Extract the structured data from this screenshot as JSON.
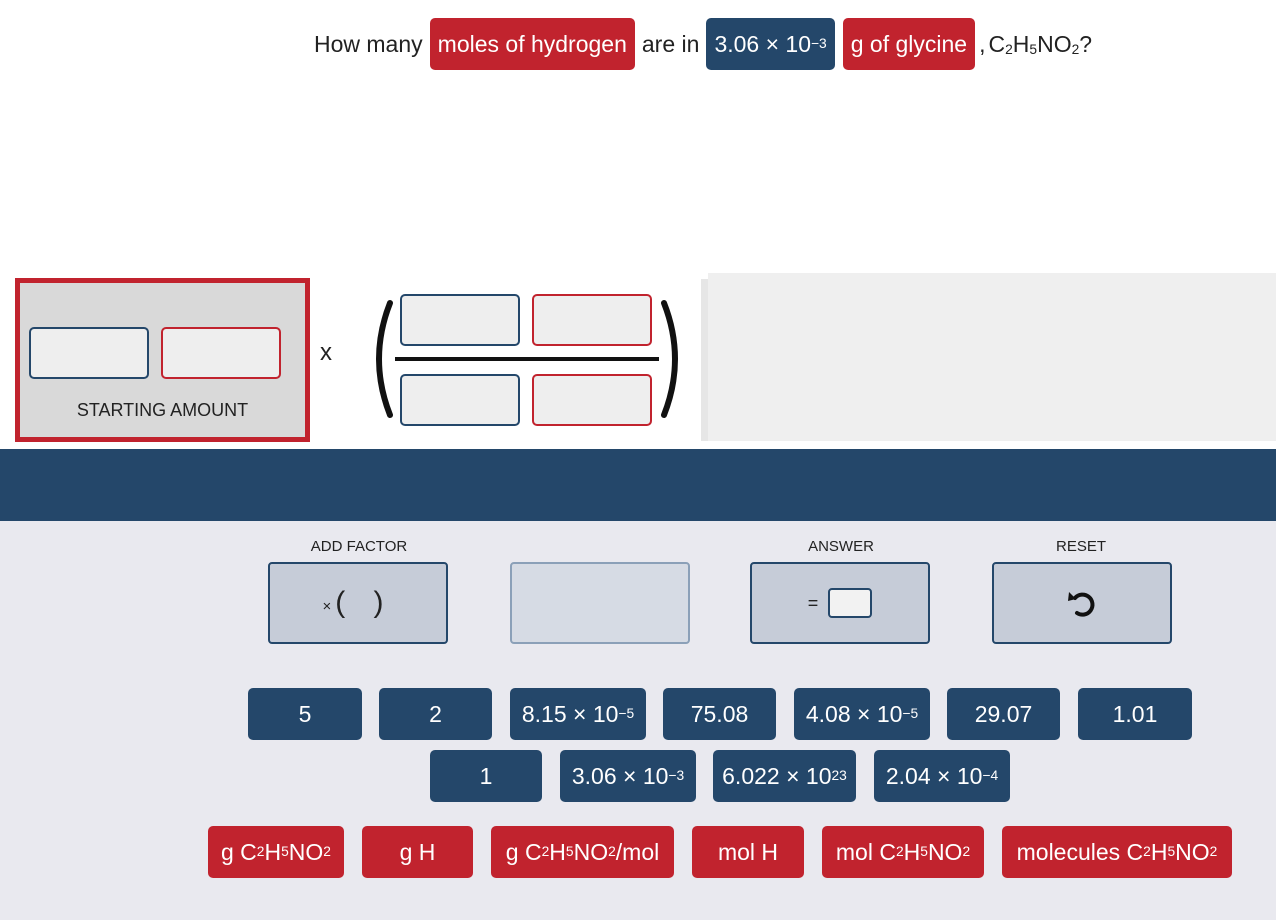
{
  "question": {
    "prefix": "How many",
    "chip_moles": "moles of hydrogen",
    "mid": "are in",
    "chip_amount_mantissa": "3.06 × 10",
    "chip_amount_exp": "−3",
    "chip_substance": "g of glycine",
    "suffix_comma": ",",
    "formula": {
      "a": "C",
      "a_sub": "2",
      "b": "H",
      "b_sub": "5",
      "c": "NO",
      "c_sub": "2"
    },
    "end": "?"
  },
  "workspace": {
    "starting_label": "STARTING AMOUNT",
    "times": "x"
  },
  "controls": {
    "add_factor_label": "ADD FACTOR",
    "add_factor_x": "×",
    "add_factor_parens": "( )",
    "answer_label": "ANSWER",
    "answer_equals": "=",
    "reset_label": "RESET"
  },
  "number_tiles": [
    {
      "text": "5"
    },
    {
      "text": "2"
    },
    {
      "mantissa": "8.15 × 10",
      "exp": "−5"
    },
    {
      "text": "75.08"
    },
    {
      "mantissa": "4.08 × 10",
      "exp": "−5"
    },
    {
      "text": "29.07"
    },
    {
      "text": "1.01"
    },
    {
      "text": "1"
    },
    {
      "mantissa": "3.06 × 10",
      "exp": "−3"
    },
    {
      "mantissa": "6.022 × 10",
      "exp": "23"
    },
    {
      "mantissa": "2.04 × 10",
      "exp": "−4"
    }
  ],
  "unit_tiles": {
    "u0": {
      "pre": "g C",
      "s1": "2",
      "m1": "H",
      "s2": "5",
      "m2": "NO",
      "s3": "2"
    },
    "u1": {
      "text": "g H"
    },
    "u2": {
      "pre": "g C",
      "s1": "2",
      "m1": "H",
      "s2": "5",
      "m2": "NO",
      "s3": "2",
      "post": "/mol"
    },
    "u3": {
      "text": "mol H"
    },
    "u4": {
      "pre": "mol C",
      "s1": "2",
      "m1": "H",
      "s2": "5",
      "m2": "NO",
      "s3": "2"
    },
    "u5": {
      "pre": "molecules C",
      "s1": "2",
      "m1": "H",
      "s2": "5",
      "m2": "NO",
      "s3": "2"
    }
  },
  "colors": {
    "red": "#c1232e",
    "navy": "#24476a",
    "control_bg": "#e9e9ef",
    "workspace_gray": "#efefef"
  }
}
